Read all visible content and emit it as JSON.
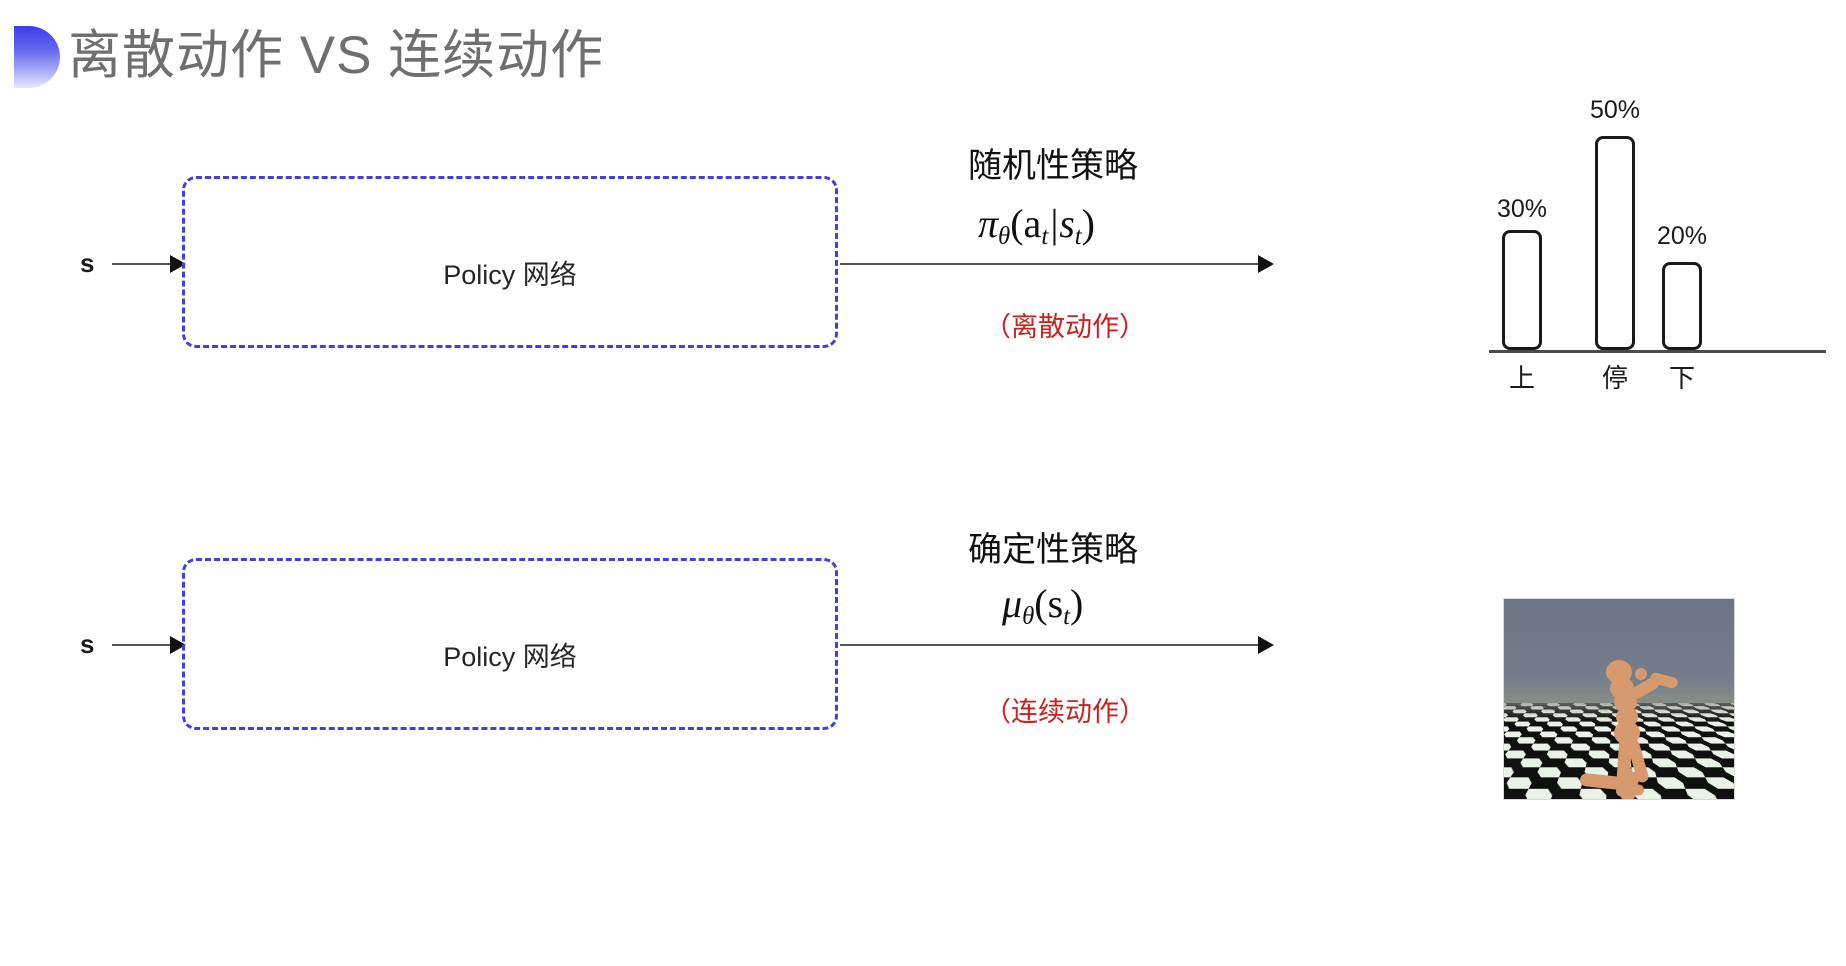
{
  "slide": {
    "title": "离散动作 VS 连续动作",
    "bullet_icon": "half-circle-bullet-icon",
    "background_color": "#ffffff",
    "title_color": "#6f6f6f",
    "accent_color": "#4040e0",
    "note_color": "#c9211e"
  },
  "rows": [
    {
      "id": "discrete",
      "input_label": "s",
      "box_label": "Policy 网络",
      "policy_title": "随机性策略",
      "formula_main": "π",
      "formula_sub": "θ",
      "formula_args": "(a",
      "formula_arg_sub1": "t",
      "formula_mid": "|s",
      "formula_arg_sub2": "t",
      "formula_close": ")",
      "formula_plain": "πθ(at|st)",
      "action_note": "（离散动作）",
      "output_type": "bar-chart"
    },
    {
      "id": "continuous",
      "input_label": "s",
      "box_label": "Policy 网络",
      "policy_title": "确定性策略",
      "formula_main": "μ",
      "formula_sub": "θ",
      "formula_args": "(s",
      "formula_arg_sub1": "t",
      "formula_close": ")",
      "formula_plain": "μθ(st)",
      "action_note": "（连续动作）",
      "output_type": "humanoid-simulation"
    }
  ],
  "chart_data": {
    "type": "bar",
    "title": "",
    "categories": [
      "上",
      "停",
      "下"
    ],
    "values": [
      30,
      50,
      20
    ],
    "value_labels": [
      "30%",
      "50%",
      "20%"
    ],
    "xlabel": "",
    "ylabel": "",
    "ylim": [
      0,
      60
    ],
    "grid": false,
    "legend": "none",
    "bar_fill": "#ffffff",
    "bar_stroke": "#1a1a1a"
  },
  "simulation": {
    "name": "humanoid-simulation",
    "sky_color": "#6b7584",
    "floor_light": "#e9f2e6",
    "floor_dark": "#101010",
    "body_color": "#d79a6e"
  }
}
